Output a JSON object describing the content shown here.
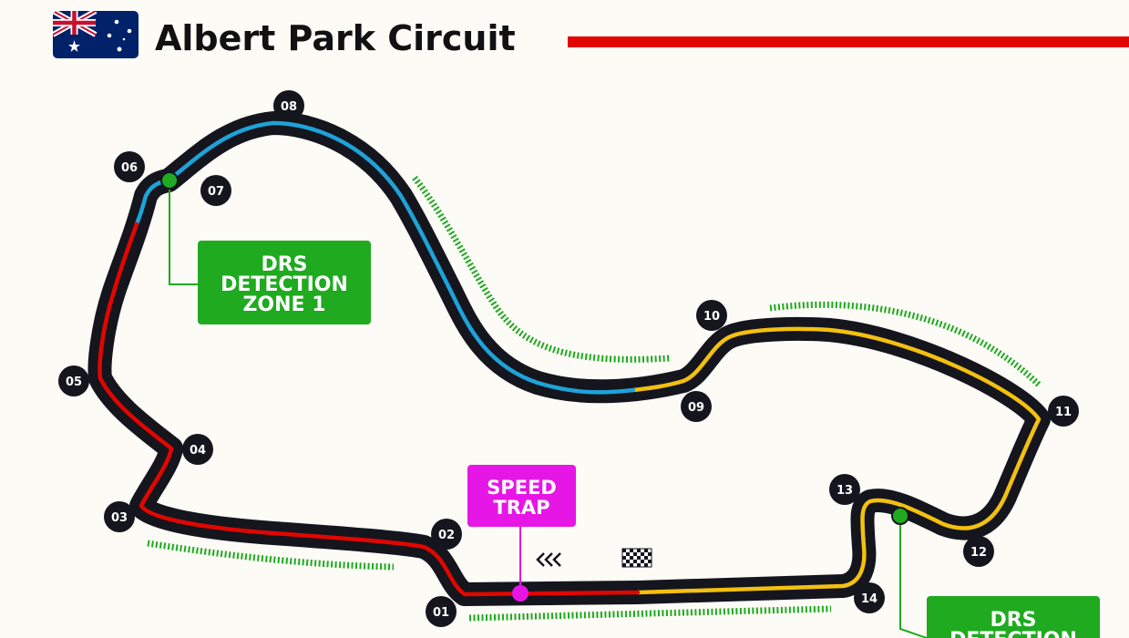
{
  "circuit": {
    "name": "Albert Park Circuit",
    "country_flag": "australia-flag"
  },
  "colors": {
    "accent_rule": "#e10600",
    "track": "#15151e",
    "sector1": "#e10600",
    "sector2": "#1ea3d8",
    "sector3": "#f3c010",
    "drs": "#1faa1f",
    "speed_trap": "#e616e6"
  },
  "corners": [
    "01",
    "02",
    "03",
    "04",
    "05",
    "06",
    "07",
    "08",
    "09",
    "10",
    "11",
    "12",
    "13",
    "14"
  ],
  "boxes": {
    "drs_zone_1": [
      "DRS",
      "DETECTION",
      "ZONE 1"
    ],
    "drs_zone_2": [
      "DRS",
      "DETECTION"
    ],
    "speed_trap": [
      "SPEED",
      "TRAP"
    ]
  },
  "icons": {
    "direction": "triple-chevron-left-icon",
    "finish": "chequered-flag-icon"
  }
}
